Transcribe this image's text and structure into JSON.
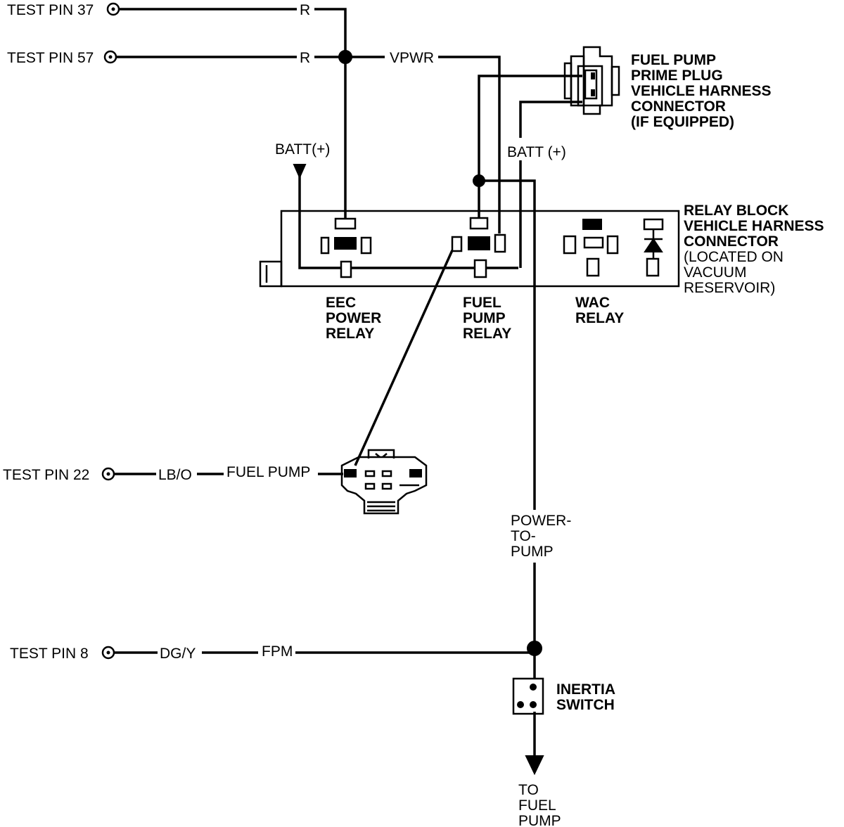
{
  "test_pins": {
    "pin37": "TEST PIN 37",
    "pin57": "TEST PIN 57",
    "pin22": "TEST PIN 22",
    "pin8": "TEST PIN 8"
  },
  "wires": {
    "r_top": "R",
    "r_mid": "R",
    "vpwr": "VPWR",
    "batt_left": "BATT(+)",
    "batt_right": "BATT (+)",
    "lbo": "LB/O",
    "fuel_pump": "FUEL PUMP",
    "dgy": "DG/Y",
    "fpm": "FPM",
    "power_to_pump": [
      "POWER-",
      "TO-",
      "PUMP"
    ]
  },
  "prime_plug": [
    "FUEL PUMP",
    "PRIME PLUG",
    "VEHICLE HARNESS",
    "CONNECTOR",
    "(IF EQUIPPED)"
  ],
  "relay_block": {
    "title": [
      "RELAY BLOCK",
      "VEHICLE HARNESS",
      "CONNECTOR"
    ],
    "location": [
      "(LOCATED ON",
      "VACUUM",
      "RESERVOIR)"
    ]
  },
  "relays": {
    "eec": [
      "EEC",
      "POWER",
      "RELAY"
    ],
    "fuel_pump": [
      "FUEL",
      "PUMP",
      "RELAY"
    ],
    "wac": [
      "WAC",
      "RELAY"
    ]
  },
  "inertia_switch": [
    "INERTIA",
    "SWITCH"
  ],
  "destination": [
    "TO",
    "FUEL",
    "PUMP"
  ]
}
